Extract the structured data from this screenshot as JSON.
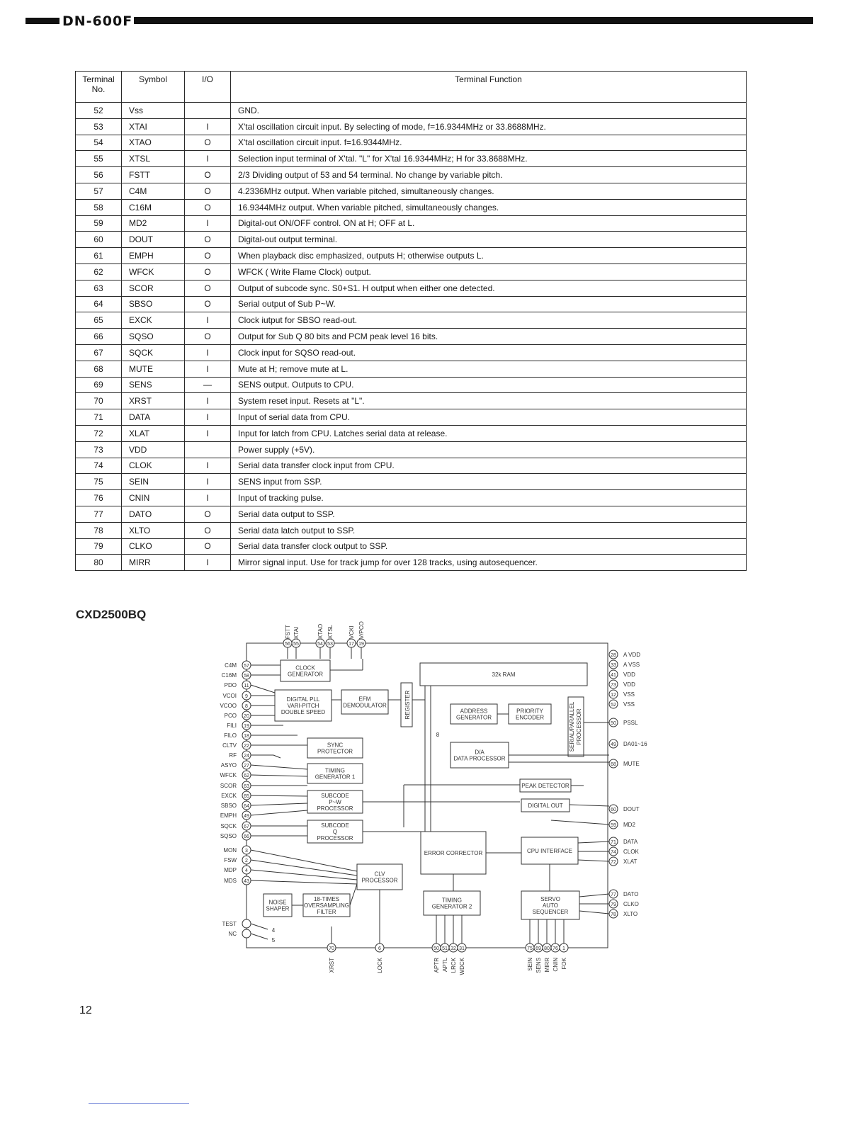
{
  "header": {
    "model": "DN-600F"
  },
  "table": {
    "headers": {
      "terminal": "Terminal No.",
      "symbol": "Symbol",
      "io": "I/O",
      "function": "Terminal Function"
    },
    "rows": [
      {
        "no": "52",
        "symbol": "Vss",
        "io": "",
        "func": "GND."
      },
      {
        "no": "53",
        "symbol": "XTAI",
        "io": "I",
        "func": "X'tal oscillation circuit input. By selecting of mode, f=16.9344MHz or 33.8688MHz."
      },
      {
        "no": "54",
        "symbol": "XTAO",
        "io": "O",
        "func": "X'tal oscillation circuit input. f=16.9344MHz."
      },
      {
        "no": "55",
        "symbol": "XTSL",
        "io": "I",
        "func": "Selection input terminal of X'tal. \"L\" for X'tal 16.9344MHz; H for 33.8688MHz."
      },
      {
        "no": "56",
        "symbol": "FSTT",
        "io": "O",
        "func": "2/3 Dividing output of 53 and 54 terminal. No change by variable pitch."
      },
      {
        "no": "57",
        "symbol": "C4M",
        "io": "O",
        "func": "4.2336MHz output. When variable pitched, simultaneously changes."
      },
      {
        "no": "58",
        "symbol": "C16M",
        "io": "O",
        "func": "16.9344MHz output. When variable pitched, simultaneously changes."
      },
      {
        "no": "59",
        "symbol": "MD2",
        "io": "I",
        "func": "Digital-out ON/OFF control. ON at H; OFF at L."
      },
      {
        "no": "60",
        "symbol": "DOUT",
        "io": "O",
        "func": "Digital-out output terminal."
      },
      {
        "no": "61",
        "symbol": "EMPH",
        "io": "O",
        "func": "When playback disc emphasized, outputs H; otherwise outputs L."
      },
      {
        "no": "62",
        "symbol": "WFCK",
        "io": "O",
        "func": "WFCK ( Write Flame Clock) output."
      },
      {
        "no": "63",
        "symbol": "SCOR",
        "io": "O",
        "func": "Output of subcode sync. S0+S1. H output when either one detected."
      },
      {
        "no": "64",
        "symbol": "SBSO",
        "io": "O",
        "func": "Serial output of Sub P~W."
      },
      {
        "no": "65",
        "symbol": "EXCK",
        "io": "I",
        "func": "Clock iutput for SBSO read-out."
      },
      {
        "no": "66",
        "symbol": "SQSO",
        "io": "O",
        "func": "Output for Sub Q 80 bits and PCM peak level 16 bits."
      },
      {
        "no": "67",
        "symbol": "SQCK",
        "io": "I",
        "func": "Clock input for SQSO read-out."
      },
      {
        "no": "68",
        "symbol": "MUTE",
        "io": "I",
        "func": "Mute at H; remove mute at L."
      },
      {
        "no": "69",
        "symbol": "SENS",
        "io": "—",
        "func": "SENS output. Outputs to CPU."
      },
      {
        "no": "70",
        "symbol": "XRST",
        "io": "I",
        "func": "System reset input. Resets at \"L\"."
      },
      {
        "no": "71",
        "symbol": "DATA",
        "io": "I",
        "func": "Input of serial data from CPU."
      },
      {
        "no": "72",
        "symbol": "XLAT",
        "io": "I",
        "func": "Input for latch from CPU. Latches serial data at release."
      },
      {
        "no": "73",
        "symbol": "VDD",
        "io": "",
        "func": "Power supply (+5V)."
      },
      {
        "no": "74",
        "symbol": "CLOK",
        "io": "I",
        "func": "Serial data transfer clock input from CPU."
      },
      {
        "no": "75",
        "symbol": "SEIN",
        "io": "I",
        "func": "SENS input from SSP."
      },
      {
        "no": "76",
        "symbol": "CNIN",
        "io": "I",
        "func": "Input of tracking pulse."
      },
      {
        "no": "77",
        "symbol": "DATO",
        "io": "O",
        "func": "Serial data output to SSP."
      },
      {
        "no": "78",
        "symbol": "XLTO",
        "io": "O",
        "func": "Serial data latch output to SSP."
      },
      {
        "no": "79",
        "symbol": "CLKO",
        "io": "O",
        "func": "Serial data transfer clock output to SSP."
      },
      {
        "no": "80",
        "symbol": "MIRR",
        "io": "I",
        "func": "Mirror signal input. Use for track jump for over 128 tracks, using autosequencer."
      }
    ]
  },
  "chip_title": "CXD2500BQ",
  "page_number": "12",
  "diagram": {
    "blocks": {
      "clock": [
        "CLOCK",
        "GENERATOR"
      ],
      "pll": [
        "DIGITAL PLL",
        "VARI-PITCH",
        "DOUBLE SPEED"
      ],
      "efm": [
        "EFM",
        "DEMODULATOR"
      ],
      "register": "REGISTER",
      "ram": "32k RAM",
      "address": [
        "ADDRESS",
        "GENERATOR"
      ],
      "priority": [
        "PRIORITY",
        "ENCODER"
      ],
      "serpar": [
        "SERIAL/PARALLEL",
        "PROCESSOR"
      ],
      "sync": [
        "SYNC",
        "PROTECTOR"
      ],
      "da": [
        "D/A",
        "DATA PROCESSOR"
      ],
      "timing1": [
        "TIMING",
        "GENERATOR 1"
      ],
      "peak": "PEAK DETECTOR",
      "subpw": [
        "SUBCODE",
        "P~W",
        "PROCESSOR"
      ],
      "digout": "DIGITAL OUT",
      "subq": [
        "SUBCODE",
        "Q",
        "PROCESSOR"
      ],
      "error": "ERROR CORRECTOR",
      "cpu": "CPU INTERFACE",
      "clv": [
        "CLV",
        "PROCESSOR"
      ],
      "noise": [
        "NOISE",
        "SHAPER"
      ],
      "oversamp": [
        "18-TIMES",
        "OVERSAMPLING",
        "FILTER"
      ],
      "timing2": [
        "TIMING",
        "GENERATOR 2"
      ],
      "servo": [
        "SERVO",
        "AUTO",
        "SEQUENCER"
      ]
    },
    "top_pins": [
      {
        "label": "FSTT",
        "num": "56"
      },
      {
        "label": "XTAI",
        "num": "55"
      },
      {
        "label": "XTAO",
        "num": "54"
      },
      {
        "label": "XTSL",
        "num": "53"
      },
      {
        "label": "VCKI",
        "num": "17"
      },
      {
        "label": "V/PCO",
        "num": "19"
      }
    ],
    "left_pins": [
      {
        "label": "C4M",
        "num": "57"
      },
      {
        "label": "C16M",
        "num": "58"
      },
      {
        "label": "PDO",
        "num": "11"
      },
      {
        "label": "VCOI",
        "num": "9"
      },
      {
        "label": "VCOO",
        "num": "8"
      },
      {
        "label": "PCO",
        "num": "20"
      },
      {
        "label": "FILI",
        "num": "19"
      },
      {
        "label": "FILO",
        "num": "18"
      },
      {
        "label": "CLTV",
        "num": "22"
      },
      {
        "label": "RF",
        "num": "24"
      },
      {
        "label": "ASYO",
        "num": "27"
      },
      {
        "label": "WFCK",
        "num": "62"
      },
      {
        "label": "SCOR",
        "num": "63"
      },
      {
        "label": "EXCK",
        "num": "65"
      },
      {
        "label": "SBSO",
        "num": "64"
      },
      {
        "label": "EMPH",
        "num": "49"
      },
      {
        "label": "SQCK",
        "num": "67"
      },
      {
        "label": "SQSO",
        "num": "66"
      },
      {
        "label": "MON",
        "num": "3"
      },
      {
        "label": "FSW",
        "num": "2"
      },
      {
        "label": "MDP",
        "num": "4"
      },
      {
        "label": "MDS",
        "num": "43"
      }
    ],
    "left_lower": [
      {
        "label": "TEST",
        "num": "4"
      },
      {
        "label": "NC",
        "num": "5"
      }
    ],
    "right_pins": [
      {
        "label": "A VDD",
        "num": "28"
      },
      {
        "label": "A VSS",
        "num": "33"
      },
      {
        "label": "VDD",
        "num": "41"
      },
      {
        "label": "VDD",
        "num": "73"
      },
      {
        "label": "VSS",
        "num": "12"
      },
      {
        "label": "VSS",
        "num": "52"
      },
      {
        "label": "PSSL",
        "num": "50"
      },
      {
        "label": "DA01~16",
        "num": "49"
      },
      {
        "label": "MUTE",
        "num": "68"
      },
      {
        "label": "DOUT",
        "num": "60"
      },
      {
        "label": "MD2",
        "num": "59"
      },
      {
        "label": "DATA",
        "num": "71"
      },
      {
        "label": "CLOK",
        "num": "74"
      },
      {
        "label": "XLAT",
        "num": "72"
      },
      {
        "label": "DATO",
        "num": "77"
      },
      {
        "label": "CLKO",
        "num": "79"
      },
      {
        "label": "XLTO",
        "num": "78"
      }
    ],
    "bottom_pins": [
      {
        "label": "XRST",
        "num": "70"
      },
      {
        "label": "LOCK",
        "num": "6"
      },
      {
        "label": "APTR",
        "num": "50"
      },
      {
        "label": "APTL",
        "num": "51"
      },
      {
        "label": "LRCK",
        "num": "32"
      },
      {
        "label": "WDCK",
        "num": "31"
      },
      {
        "label": "SEIN",
        "num": "75"
      },
      {
        "label": "SENS",
        "num": "69"
      },
      {
        "label": "MIRR",
        "num": "80"
      },
      {
        "label": "CNIN",
        "num": "76"
      },
      {
        "label": "FOK",
        "num": "1"
      }
    ],
    "bus_width": "8"
  }
}
